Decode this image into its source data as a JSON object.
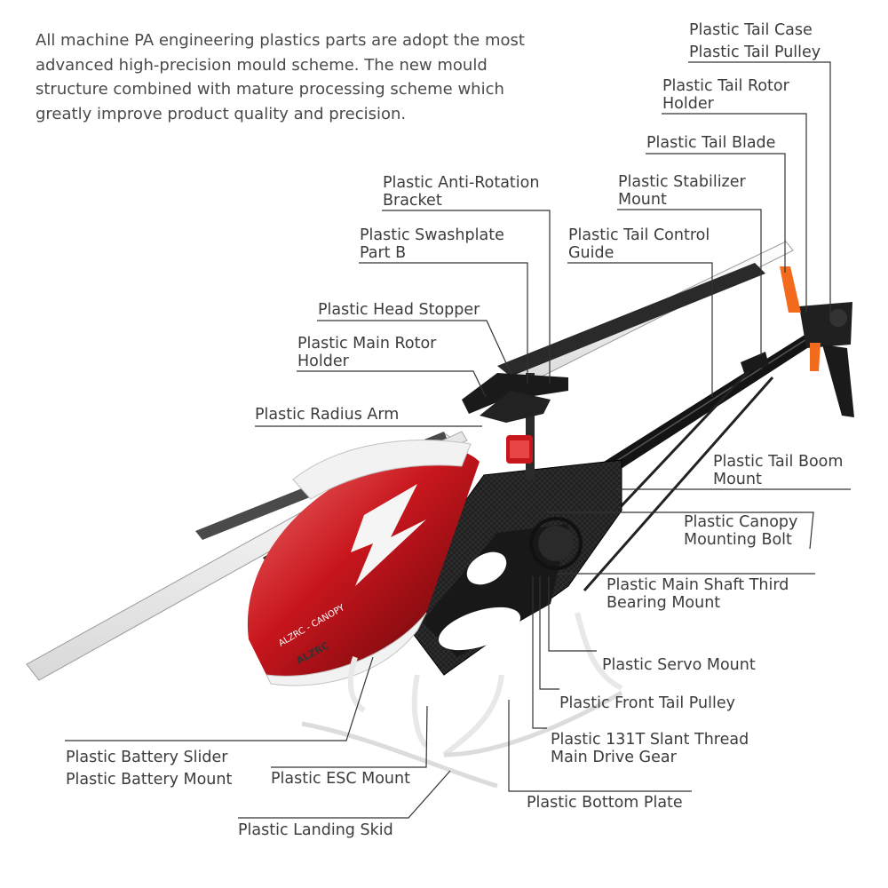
{
  "intro": {
    "lines": [
      "All machine PA engineering plastics parts are adopt the most",
      "advanced high-precision mould scheme. The new mould",
      "structure combined with mature processing scheme which",
      "greatly improve product quality and precision."
    ]
  },
  "brand": {
    "blade_text": "ALZRC",
    "canopy_text": "ALZRC - CANOPY",
    "nose_text": "ALZRC"
  },
  "colors": {
    "canopy_red": "#c8161d",
    "frame": "#1e1e1e",
    "tail_fin_orange": "#f26a1b",
    "blade_white": "#f4f4f4",
    "leader_line": "#333333"
  },
  "labels": {
    "tail_case": {
      "lines": [
        "Plastic Tail Case",
        "Plastic Tail Pulley"
      ]
    },
    "tail_rotor_holder": {
      "lines": [
        "Plastic Tail Rotor",
        "Holder"
      ]
    },
    "tail_blade": {
      "lines": [
        "Plastic Tail Blade"
      ]
    },
    "stabilizer_mount": {
      "lines": [
        "Plastic Stabilizer",
        "Mount"
      ]
    },
    "anti_rotation": {
      "lines": [
        "Plastic Anti-Rotation",
        "Bracket"
      ]
    },
    "swashplate_b": {
      "lines": [
        "Plastic Swashplate",
        "Part B"
      ]
    },
    "tail_control_guide": {
      "lines": [
        "Plastic Tail Control",
        "Guide"
      ]
    },
    "head_stopper": {
      "lines": [
        "Plastic Head Stopper"
      ]
    },
    "main_rotor_holder": {
      "lines": [
        "Plastic Main Rotor",
        "Holder"
      ]
    },
    "radius_arm": {
      "lines": [
        "Plastic Radius Arm"
      ]
    },
    "tail_boom_mount": {
      "lines": [
        "Plastic Tail Boom",
        "Mount"
      ]
    },
    "canopy_bolt": {
      "lines": [
        "Plastic Canopy",
        "Mounting Bolt"
      ]
    },
    "third_bearing": {
      "lines": [
        "Plastic Main Shaft Third",
        "Bearing Mount"
      ]
    },
    "servo_mount": {
      "lines": [
        "Plastic Servo Mount"
      ]
    },
    "front_tail_pulley": {
      "lines": [
        "Plastic Front Tail Pulley"
      ]
    },
    "drive_gear": {
      "lines": [
        "Plastic 131T Slant Thread",
        "Main Drive Gear"
      ]
    },
    "battery": {
      "lines": [
        "Plastic Battery Slider",
        "Plastic Battery Mount"
      ]
    },
    "esc_mount": {
      "lines": [
        "Plastic ESC Mount"
      ]
    },
    "bottom_plate": {
      "lines": [
        "Plastic Bottom Plate"
      ]
    },
    "landing_skid": {
      "lines": [
        "Plastic Landing Skid"
      ]
    }
  }
}
